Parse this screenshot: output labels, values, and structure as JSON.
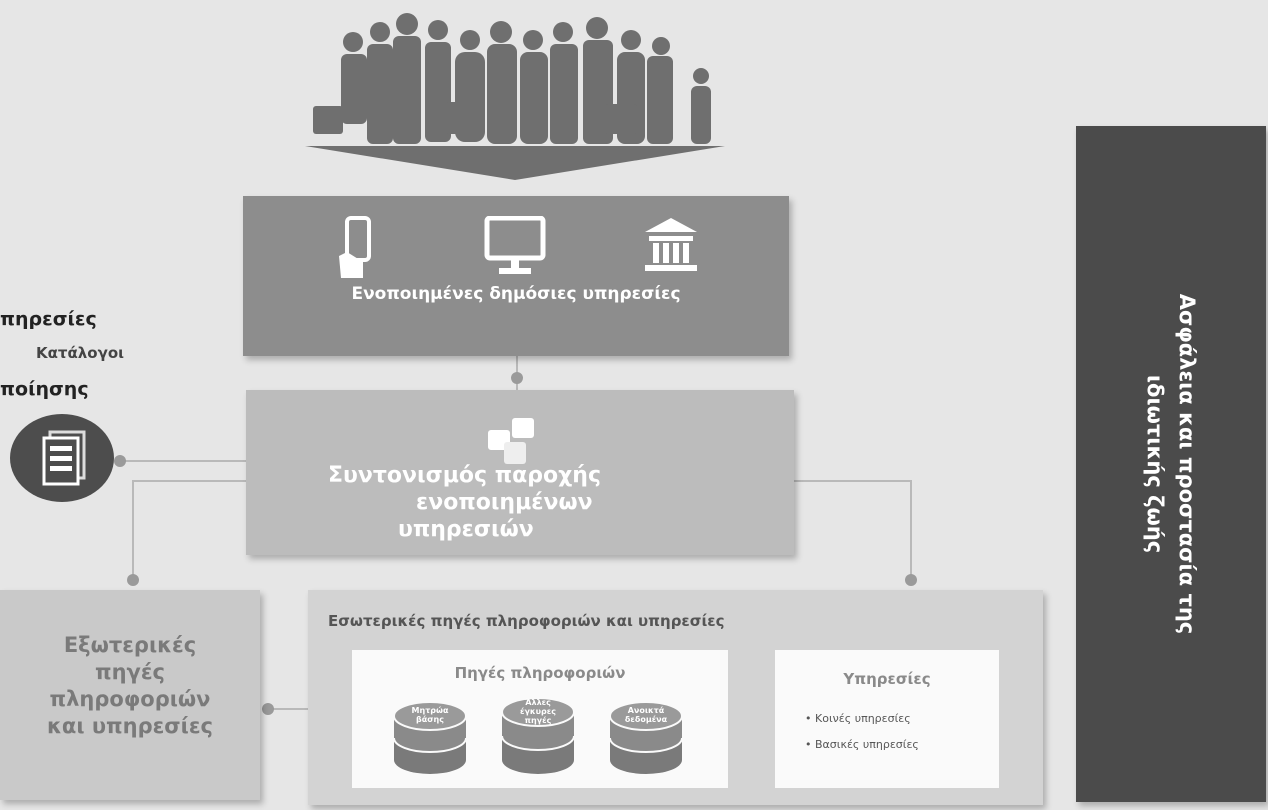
{
  "diagram": {
    "top_box": {
      "label": "Ενοποιημένες δημόσιες υπηρεσίες",
      "icons": [
        "mobile-hand-icon",
        "monitor-icon",
        "government-building-icon"
      ]
    },
    "coordination_box": {
      "lines": [
        "Συντονισμός παροχής",
        "ενοποιημένων",
        "υπηρεσιών"
      ],
      "icon": "puzzle-icon"
    },
    "external_box": {
      "lines": [
        "Εξωτερικές",
        "πηγές",
        "πληροφοριών",
        "και υπηρεσίες"
      ]
    },
    "internal_box": {
      "title": "Εσωτερικές πηγές πληροφοριών και υπηρεσίες",
      "sources": {
        "title": "Πηγές πληροφοριών",
        "databases": [
          {
            "label": "Μητρώα βάσης"
          },
          {
            "label": "Άλλες έγκυρες πηγές"
          },
          {
            "label": "Ανοικτά δεδομένα"
          }
        ]
      },
      "services": {
        "title": "Υπηρεσίες",
        "items": [
          "Κοινές υπηρεσίες",
          "Βασικές υπηρεσίες"
        ]
      }
    },
    "side_panel": {
      "lines": [
        "Ασφάλεια και προστασία της",
        "ιδιωτικής ζωής"
      ]
    },
    "left_cut": {
      "line1": "πηρεσίες",
      "line2": "Κατάλογοι",
      "line3": "ποίησης",
      "icon": "document-list-icon"
    },
    "people_icon": "people-crowd-icon"
  }
}
